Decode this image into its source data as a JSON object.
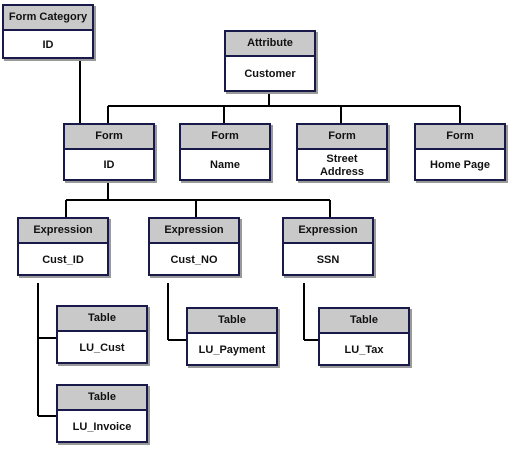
{
  "form_category": {
    "header": "Form Category",
    "value": "ID"
  },
  "attribute": {
    "header": "Attribute",
    "value": "Customer"
  },
  "forms": [
    {
      "header": "Form",
      "value": "ID"
    },
    {
      "header": "Form",
      "value": "Name"
    },
    {
      "header": "Form",
      "value": "Street",
      "value2": "Address"
    },
    {
      "header": "Form",
      "value": "Home Page"
    }
  ],
  "expressions": [
    {
      "header": "Expression",
      "value": "Cust_ID"
    },
    {
      "header": "Expression",
      "value": "Cust_NO"
    },
    {
      "header": "Expression",
      "value": "SSN"
    }
  ],
  "tables": [
    {
      "header": "Table",
      "value": "LU_Cust"
    },
    {
      "header": "Table",
      "value": "LU_Invoice"
    },
    {
      "header": "Table",
      "value": "LU_Payment"
    },
    {
      "header": "Table",
      "value": "LU_Tax"
    }
  ]
}
